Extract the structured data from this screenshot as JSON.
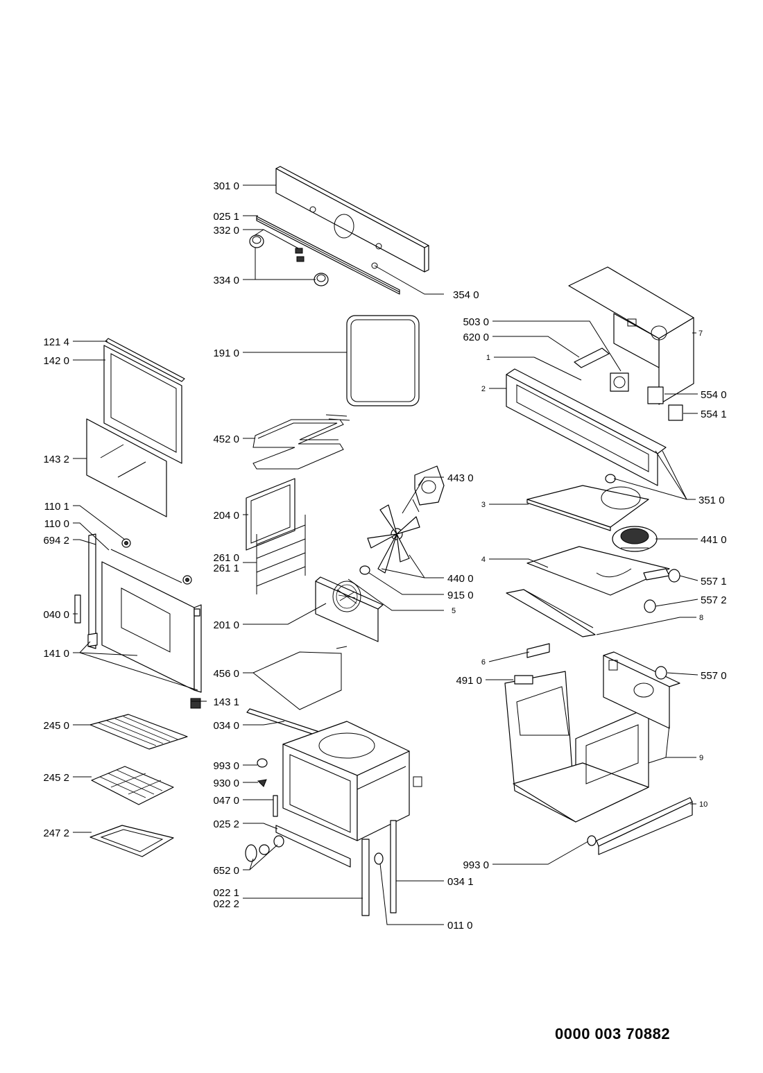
{
  "document_number": "0000 003 70882",
  "callouts": [
    "301 0",
    "025 1",
    "332 0",
    "334 0",
    "354 0",
    "121 4",
    "142 0",
    "191 0",
    "452 0",
    "143 2",
    "204 0",
    "110 1",
    "110 0",
    "694 2",
    "261 0",
    "261 1",
    "040 0",
    "201 0",
    "141 0",
    "456 0",
    "143 1",
    "034 0",
    "245 0",
    "245 2",
    "247 2",
    "993 0",
    "930 0",
    "047 0",
    "025 2",
    "652 0",
    "022 1",
    "022 2",
    "034 1",
    "011 0",
    "503 0",
    "620 0",
    "1",
    "2",
    "7",
    "554 0",
    "554 1",
    "443 0",
    "351 0",
    "3",
    "441 0",
    "440 0",
    "4",
    "557 1",
    "915 0",
    "557 2",
    "5",
    "8",
    "6",
    "491 0",
    "557 0",
    "9",
    "10",
    "993 0"
  ]
}
